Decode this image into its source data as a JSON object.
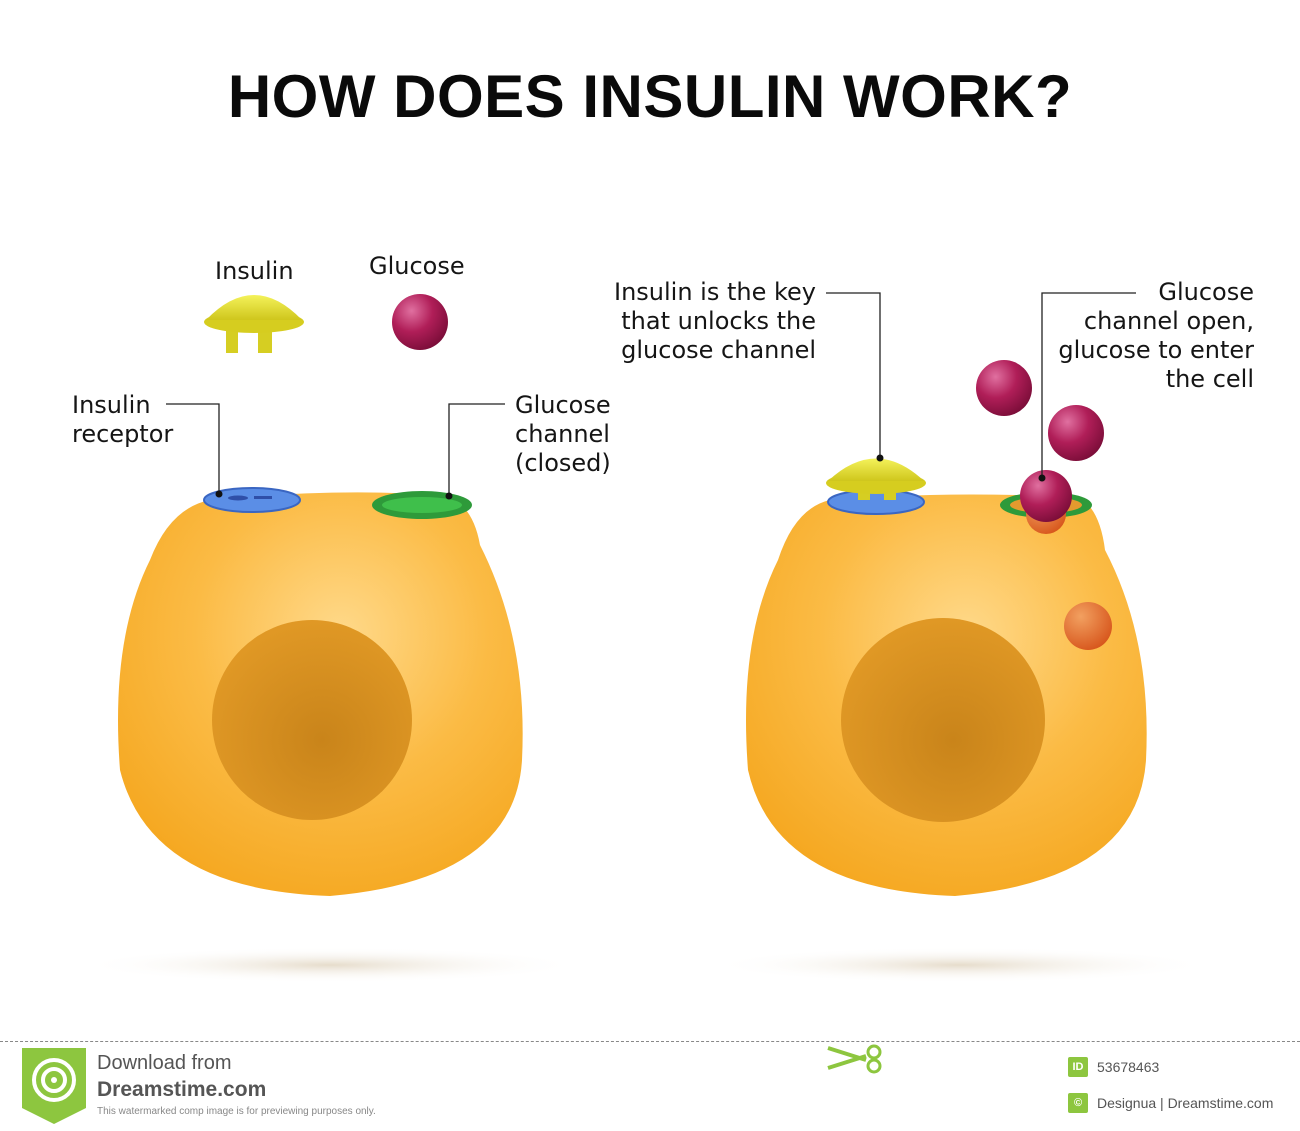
{
  "title": "HOW DOES INSULIN WORK?",
  "legend": {
    "insulin": "Insulin",
    "glucose": "Glucose"
  },
  "left_cell": {
    "receptor_label": [
      "Insulin",
      "receptor"
    ],
    "channel_label": [
      "Glucose",
      "channel",
      "(closed)"
    ]
  },
  "right_cell": {
    "key_label": [
      "Insulin is the key",
      "that unlocks the",
      "glucose channel"
    ],
    "open_label": [
      "Glucose",
      "channel open,",
      "glucose to enter",
      "the cell"
    ]
  },
  "colors": {
    "cell": "#f7a823",
    "nucleus": "#d98c1a",
    "insulin": "#e8e63a",
    "glucose": "#a3164e",
    "receptor": "#5b8ee6",
    "channel": "#2e9a3a"
  },
  "footer": {
    "download_from": "Download from",
    "site": "Dreamstime.com",
    "disclaimer": "This watermarked comp image is for previewing purposes only.",
    "id_badge": "ID",
    "image_id": "53678463",
    "copyright_badge": "©",
    "credit": "Designua | Dreamstime.com"
  }
}
